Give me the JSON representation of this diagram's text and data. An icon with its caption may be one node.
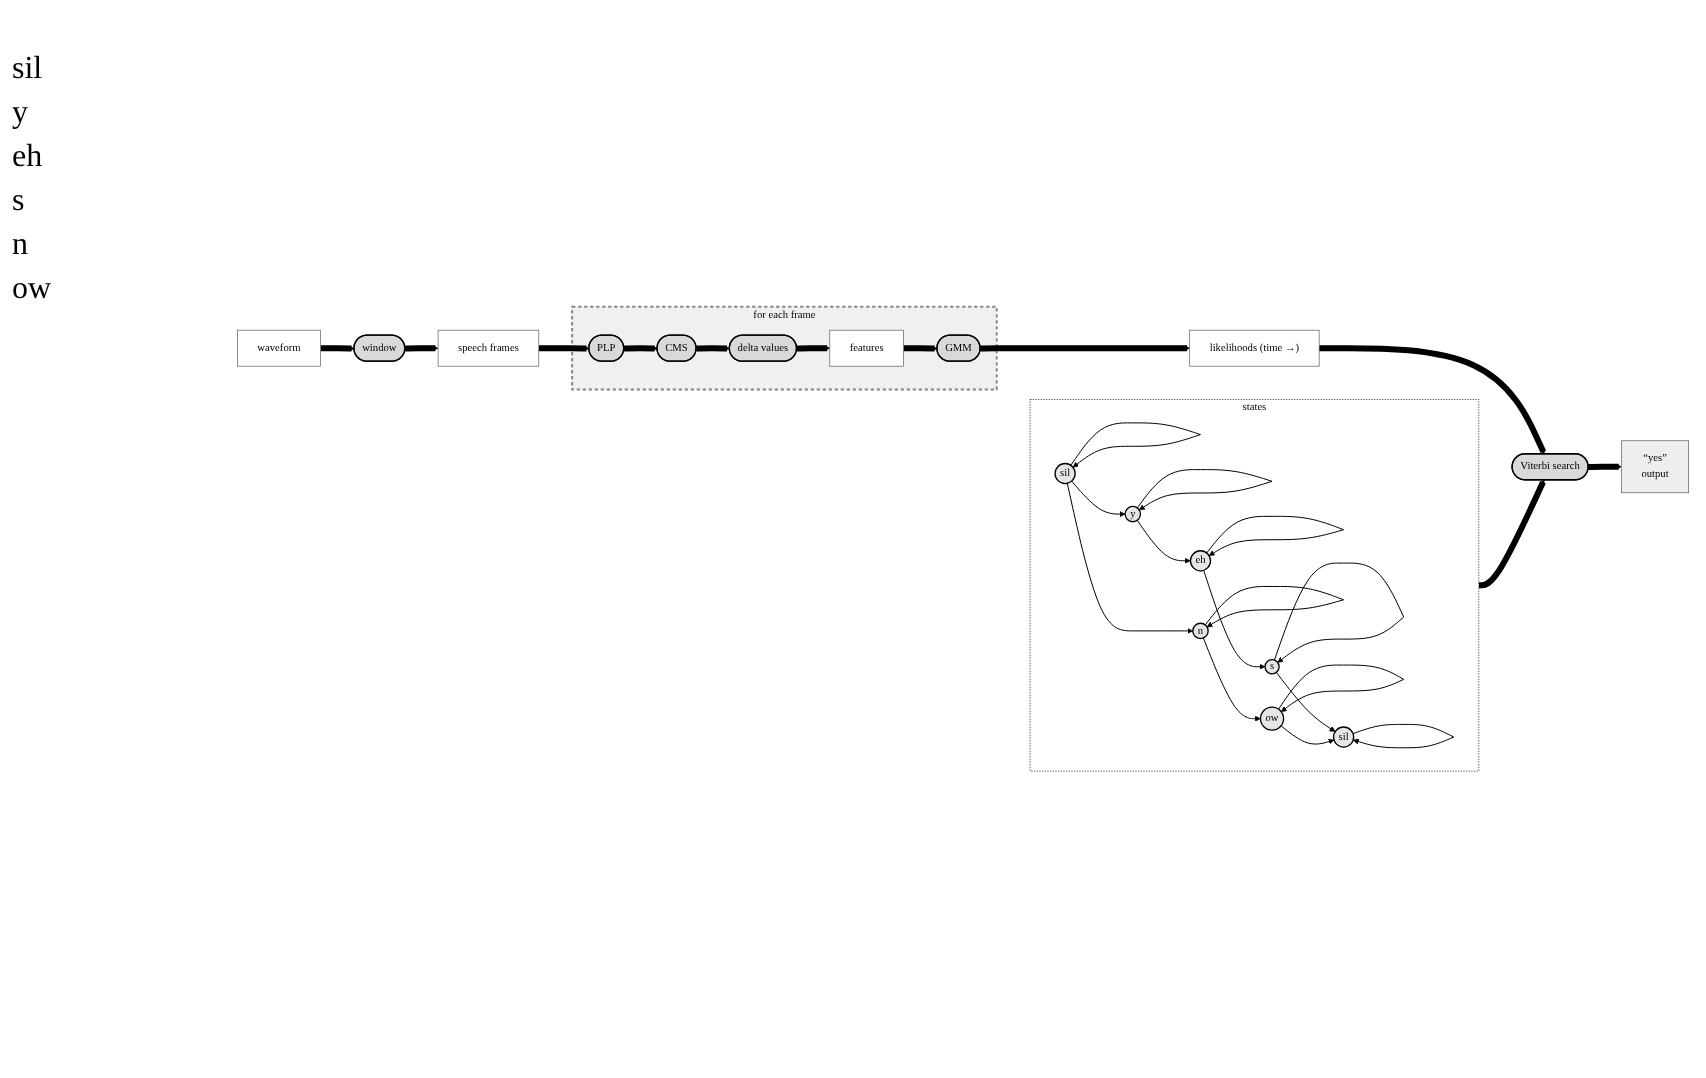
{
  "diagram": {
    "nodes": [
      {
        "text": [
          "waveform"
        ]
      },
      {
        "text": [
          "window"
        ]
      },
      {
        "text": [
          "speech frames"
        ]
      },
      {
        "text": [
          "for each frame"
        ]
      },
      {
        "text": [
          "PLP"
        ],
        "in": 3
      },
      {
        "text": [
          "CMS"
        ],
        "in": 3
      },
      {
        "text": [
          "delta values"
        ],
        "in": 3
      },
      {
        "text": [
          "features"
        ],
        "in": 3
      },
      {
        "text": [
          "GMM"
        ],
        "in": 3
      },
      {
        "text": [
          "likelihoods (time →)"
        ]
      },
      {
        "text": [
          "states"
        ]
      },
      {
        "text": [
          "sil"
        ],
        "in": 10
      },
      {
        "text": [
          "y"
        ],
        "in": 10
      },
      {
        "text": [
          "eh"
        ],
        "in": 10
      },
      {
        "text": [
          "s"
        ],
        "in": 10
      },
      {
        "text": [
          "n"
        ],
        "in": 10
      },
      {
        "text": [
          "ow"
        ],
        "in": 10
      },
      {
        "text": [
          "sil"
        ],
        "in": 10
      },
      {
        "text": [
          "Viterbi search"
        ]
      },
      {
        "text": [
          "“yes”",
          "output"
        ]
      }
    ],
    "edges": [
      {
        "from": 0,
        "to": 1,
        "arrow": "to",
        "style": "thick"
      },
      {
        "from": 1,
        "to": 2,
        "arrow": "to",
        "style": "thick"
      },
      {
        "from": 2,
        "to": 4,
        "arrow": "to",
        "style": "thick"
      },
      {
        "from": 4,
        "to": 5,
        "arrow": "to",
        "style": "thick"
      },
      {
        "from": 5,
        "to": 6,
        "arrow": "to",
        "style": "thick"
      },
      {
        "from": 6,
        "to": 7,
        "arrow": "to",
        "style": "thick"
      },
      {
        "from": 7,
        "to": 8,
        "arrow": "to",
        "style": "thick"
      },
      {
        "from": 8,
        "to": 9,
        "arrow": "to",
        "style": "thick"
      },
      {
        "from": 9,
        "to": 18,
        "arrow": "to",
        "style": "thick"
      },
      {
        "from": 10,
        "to": 18,
        "arrow": "to",
        "style": "thick"
      },
      {
        "from": 18,
        "to": 19,
        "arrow": "to",
        "style": "thick"
      },
      {
        "from": 11,
        "to": 11,
        "arrow": "to"
      },
      {
        "from": 12,
        "to": 12,
        "arrow": "to"
      },
      {
        "from": 13,
        "to": 13,
        "arrow": "to"
      },
      {
        "from": 14,
        "to": 14,
        "arrow": "to"
      },
      {
        "from": 15,
        "to": 15,
        "arrow": "to"
      },
      {
        "from": 16,
        "to": 16,
        "arrow": "to"
      },
      {
        "from": 17,
        "to": 17,
        "arrow": "to"
      },
      {
        "from": 11,
        "to": 12,
        "arrow": "to"
      },
      {
        "from": 11,
        "to": 15,
        "arrow": "to"
      },
      {
        "from": 12,
        "to": 13,
        "arrow": "to"
      },
      {
        "from": 13,
        "to": 14,
        "arrow": "to"
      },
      {
        "from": 14,
        "to": 17,
        "arrow": "to"
      },
      {
        "from": 15,
        "to": 16,
        "arrow": "to"
      },
      {
        "from": 16,
        "to": 17,
        "arrow": "to"
      }
    ],
    "labels": [
      "sil",
      "y",
      "eh",
      "s",
      "n",
      "ow"
    ]
  }
}
